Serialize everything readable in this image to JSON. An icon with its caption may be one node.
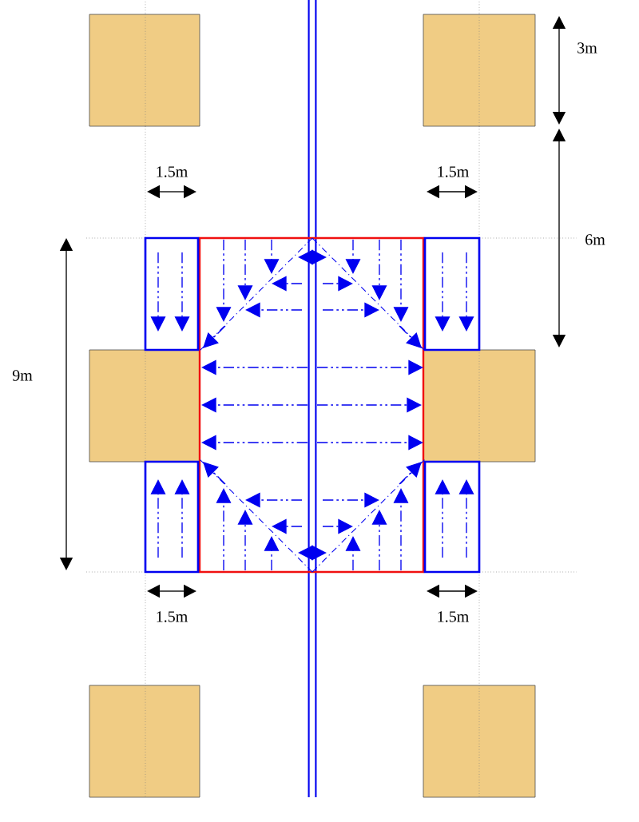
{
  "diagram": {
    "labels": [
      "3m",
      "1.5m",
      "1.5m",
      "6m",
      "9m",
      "1.5m",
      "1.5m"
    ]
  }
}
